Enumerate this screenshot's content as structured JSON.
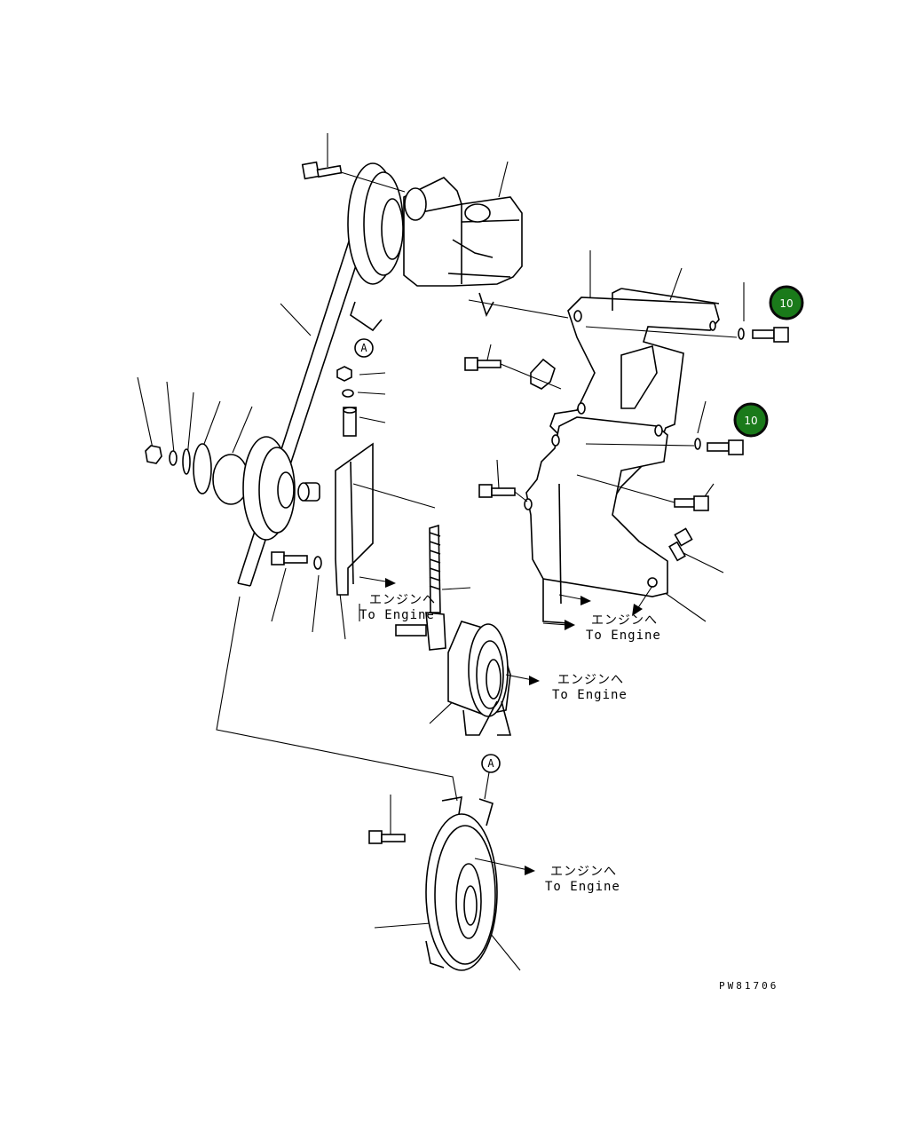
{
  "diagram": {
    "drawing_code": "PW81706",
    "reference_marker": "A",
    "direction_labels": [
      {
        "jp": "エンジンへ",
        "en": "To Engine"
      },
      {
        "jp": "エンジンへ",
        "en": "To Engine"
      },
      {
        "jp": "エンジンへ",
        "en": "To Engine"
      },
      {
        "jp": "エンジンへ",
        "en": "To Engine"
      }
    ],
    "callout_badges": [
      {
        "label": "10",
        "color": "#1a7a1a"
      },
      {
        "label": "10",
        "color": "#1a7a1a"
      }
    ],
    "colors": {
      "line": "#000000",
      "badge_fill": "#1a7a1a",
      "badge_ring": "#0a0a0a",
      "background": "#ffffff"
    }
  }
}
